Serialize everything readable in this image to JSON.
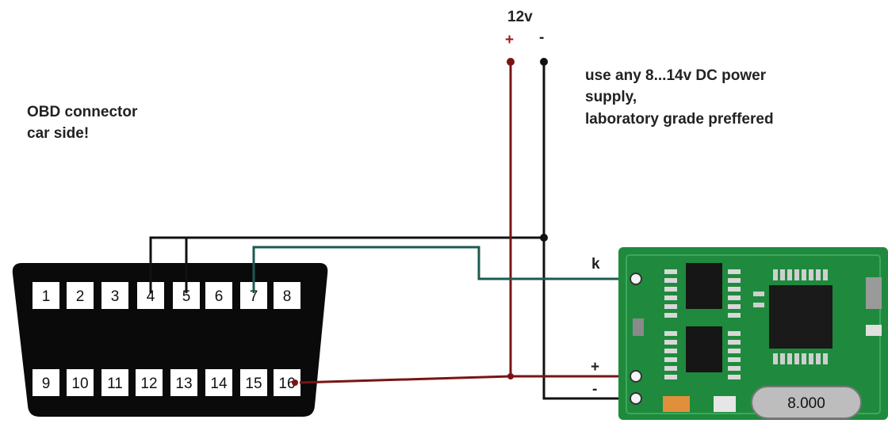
{
  "supply": {
    "voltage_label": "12v",
    "plus_label": "+",
    "minus_label": "-"
  },
  "note": {
    "lines": [
      "use any 8...14v DC power",
      "supply,",
      "laboratory grade preffered"
    ]
  },
  "connector": {
    "caption_lines": [
      "OBD connector",
      "car side!"
    ],
    "top_pins": [
      "1",
      "2",
      "3",
      "4",
      "5",
      "6",
      "7",
      "8"
    ],
    "bottom_pins": [
      "9",
      "10",
      "11",
      "12",
      "13",
      "14",
      "15",
      "16"
    ]
  },
  "module": {
    "k_label": "k",
    "plus_label": "+",
    "minus_label": "-",
    "crystal_label": "8.000"
  },
  "colors": {
    "positive_wire": "#7a1414",
    "ground_wire": "#111111",
    "k_wire": "#1d5a50",
    "pcb": "#1f8a3e"
  }
}
